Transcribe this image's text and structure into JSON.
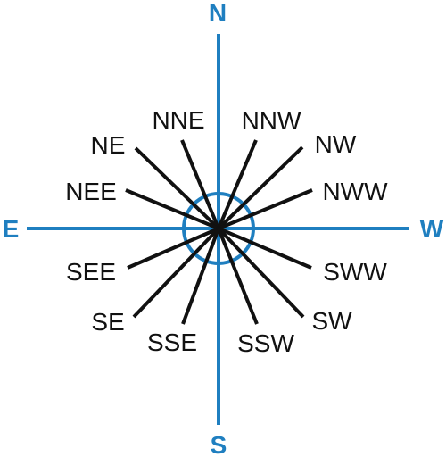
{
  "colors": {
    "axis": "#1f7fc0",
    "ray": "#111111",
    "background": "#ffffff"
  },
  "cardinals": {
    "north": "N",
    "south": "S",
    "east": "E",
    "west": "W"
  },
  "directions": {
    "nne": "NNE",
    "nnw": "NNW",
    "ne": "NE",
    "nw": "NW",
    "nee": "NEE",
    "nww": "NWW",
    "see": "SEE",
    "sww": "SWW",
    "se": "SE",
    "sw": "SW",
    "sse": "SSE",
    "ssw": "SSW"
  }
}
